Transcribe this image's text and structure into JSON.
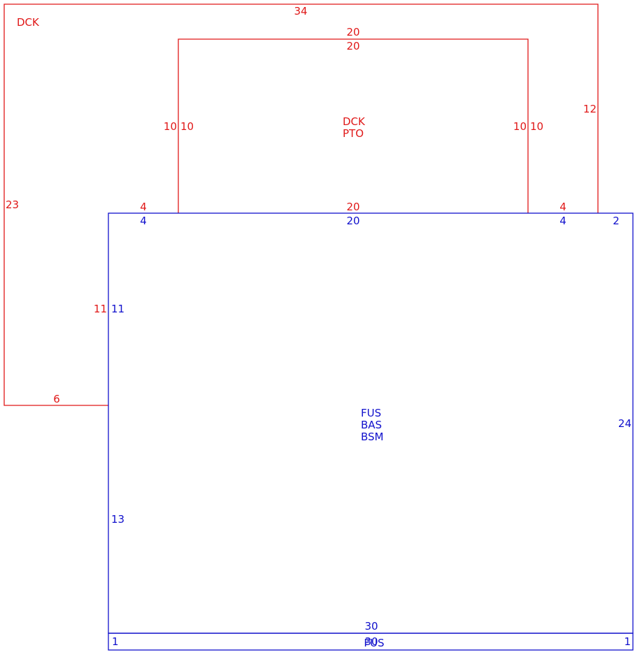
{
  "colors": {
    "deck": "#e01818",
    "house": "#1010cc",
    "background": "#ffffff"
  },
  "deck": {
    "label": "DCK",
    "outer_top": "34",
    "outer_left": "23",
    "outer_right": "12",
    "outer_bottom": "6",
    "left_join_outer": "11",
    "step_left": "4",
    "step_right": "4",
    "porch_joint": "20"
  },
  "porch": {
    "label_line1": "DCK",
    "label_line2": "PTO",
    "top_outer": "20",
    "top_inner": "20",
    "left_outer": "10",
    "left_inner": "10",
    "right_inner": "10",
    "right_outer": "10"
  },
  "house": {
    "label_line1": "FUS",
    "label_line2": "BAS",
    "label_line3": "BSM",
    "top_left_step": "4",
    "top_middle": "20",
    "top_right_step": "4",
    "top_right_corner": "2",
    "left_upper": "11",
    "left_lower": "13",
    "right": "24",
    "bottom": "30"
  },
  "strip": {
    "label": "FUS",
    "bottom": "30",
    "left": "1",
    "right": "1"
  }
}
